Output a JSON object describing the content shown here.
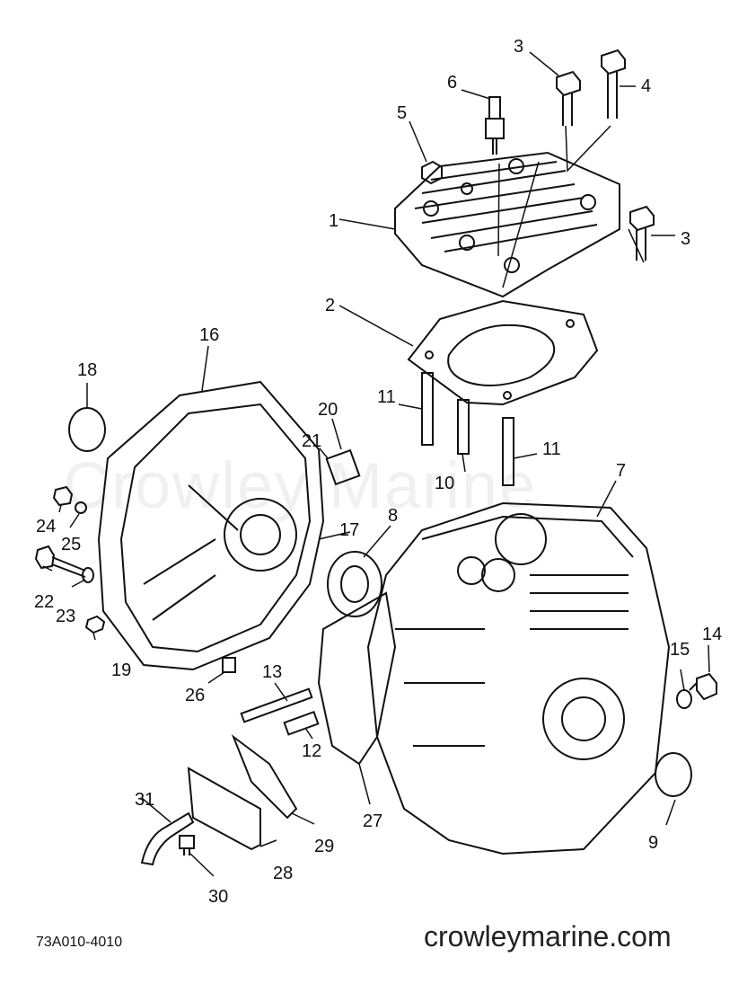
{
  "diagram": {
    "callouts": [
      "1",
      "2",
      "3",
      "3",
      "4",
      "5",
      "6",
      "7",
      "8",
      "9",
      "10",
      "11",
      "11",
      "12",
      "13",
      "14",
      "15",
      "16",
      "17",
      "18",
      "19",
      "20",
      "21",
      "22",
      "23",
      "24",
      "25",
      "26",
      "27",
      "28",
      "29",
      "30",
      "31"
    ],
    "diagram_code": "73A010-4010",
    "website": "crowleymarine.com",
    "watermark_text": "Crowley Marine"
  }
}
